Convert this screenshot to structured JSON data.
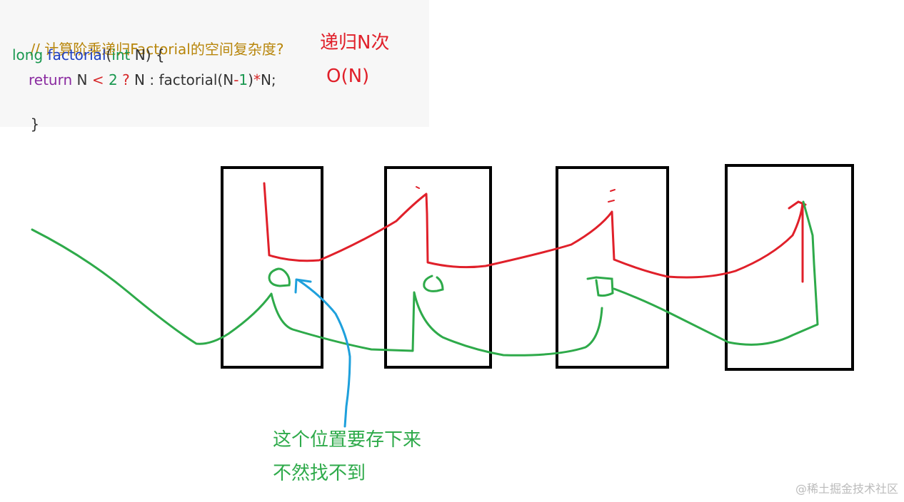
{
  "code": {
    "comment": "// 计算阶乘递归Factorial的空间复杂度?",
    "line2": {
      "type": "long",
      "fname": "factorial",
      "open": "(",
      "param_type": "int",
      "rest": " N) {"
    },
    "line3": {
      "kw": "return",
      "a": " N ",
      "lt": "<",
      "b": " ",
      "two": "2",
      "c": " ",
      "q": "?",
      "d": " N : factorial(N",
      "minus": "-",
      "one": "1",
      "e": ")",
      "star": "*",
      "f": "N;"
    },
    "line4": "}"
  },
  "notes": {
    "recursion_count": "递归N次",
    "complexity": "O(N)",
    "keep_position_line1": "这个位置要存下来",
    "keep_position_line2": "不然找不到"
  },
  "watermark": "@稀土掘金技术社区",
  "colors": {
    "red_ink": "#e0202a",
    "green_ink": "#2eaa4a",
    "blue_ink": "#1ea0dc",
    "box_border": "#000000"
  }
}
